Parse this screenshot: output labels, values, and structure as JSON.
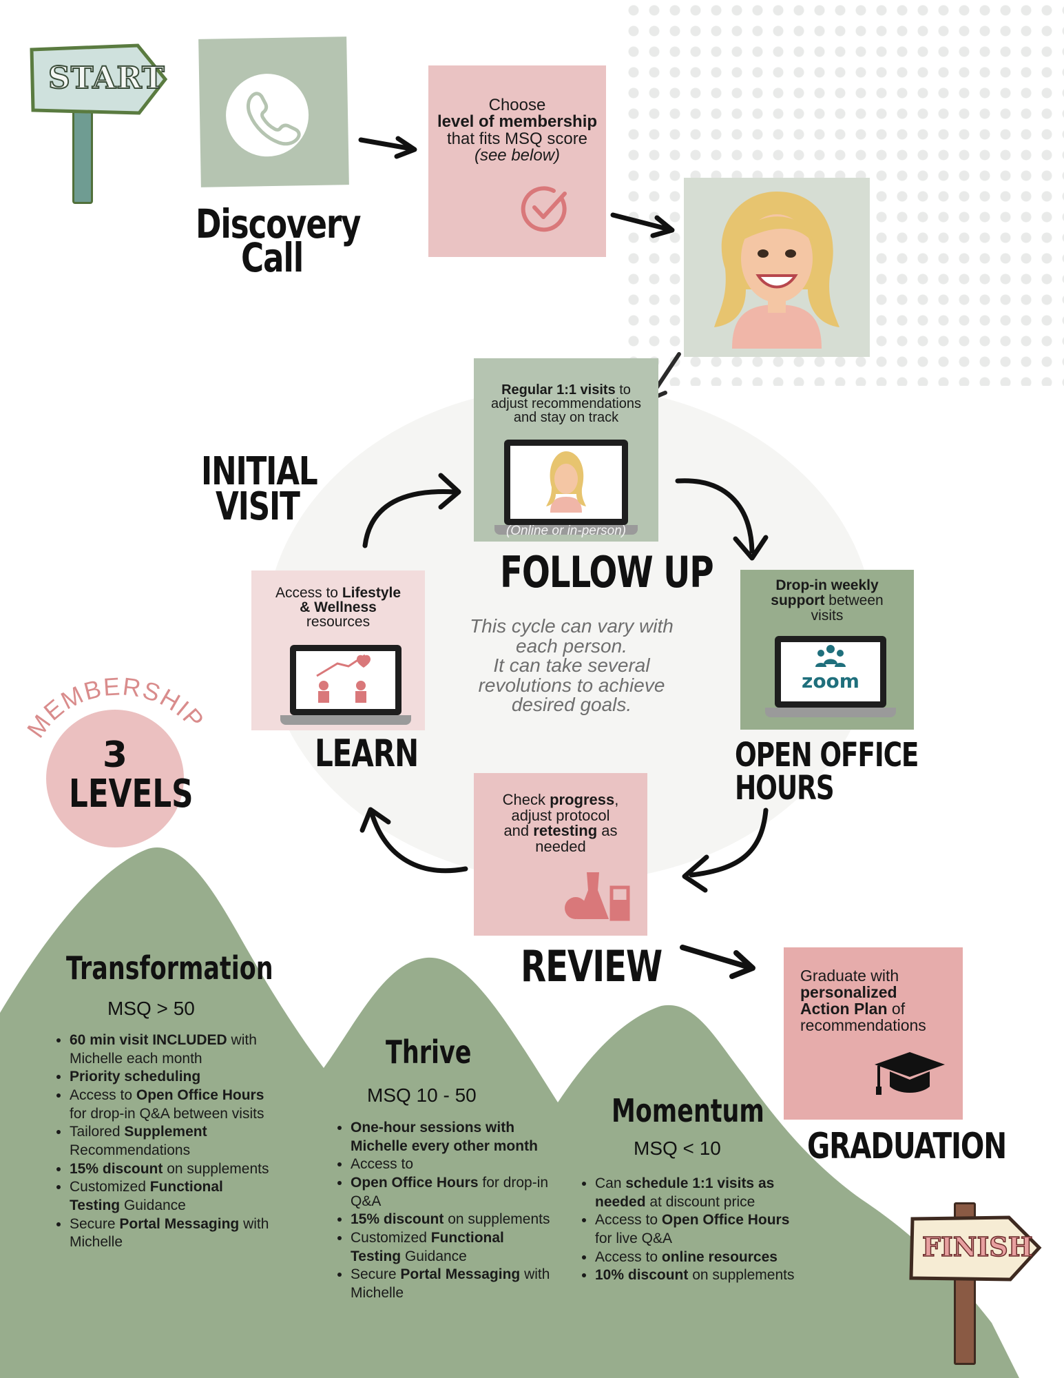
{
  "start_sign": "START",
  "finish_sign": "FINISH",
  "discovery": {
    "title_line1": "Discovery",
    "title_line2": "Call",
    "icon": "phone-icon"
  },
  "choose": {
    "line1": "Choose",
    "line2": "level of membership",
    "line3": "that fits MSQ score",
    "line4": "(see below)",
    "icon": "checkmark-circle-icon"
  },
  "initial_visit": {
    "line1": "INITIAL",
    "line2": "VISIT"
  },
  "follow_up": {
    "title": "FOLLOW UP",
    "bold": "Regular 1:1 visits",
    "rest1": " to",
    "line2": "adjust recommendations",
    "line3": "and stay on track",
    "caption": "(Online or in-person)"
  },
  "office_hours": {
    "title": "OPEN OFFICE HOURS",
    "bold1": "Drop-in weekly",
    "bold2": "support",
    "rest2": " between",
    "line3": "visits",
    "zoom": "zoom"
  },
  "learn": {
    "title": "LEARN",
    "pre1": "Access to ",
    "bold1": "Lifestyle",
    "bold2": "& Wellness",
    "line3": "resources"
  },
  "review": {
    "title": "REVIEW",
    "pre1": "Check ",
    "bold1": "progress",
    "post1": ",",
    "line2": "adjust protocol",
    "pre3": "and ",
    "bold3": "retesting",
    "post3": " as",
    "line4": "needed"
  },
  "center_note": {
    "line1": "This cycle can vary with",
    "line2": "each person.",
    "line3": "It can take several",
    "line4": "revolutions to achieve",
    "line5": "desired goals."
  },
  "graduation": {
    "title": "GRADUATION",
    "line1": "Graduate with",
    "bold2": "personalized",
    "bold3": "Action Plan",
    "rest3": " of",
    "line4": "recommendations"
  },
  "membership": {
    "arc": "MEMBERSHIP",
    "number": "3",
    "word": "LEVELS"
  },
  "levels": {
    "transformation": {
      "name": "Transformation",
      "msq": "MSQ > 50",
      "items": [
        {
          "b": "60 min visit INCLUDED",
          "t": " with Michelle each month"
        },
        {
          "b": "Priority scheduling",
          "t": ""
        },
        {
          "p": "Access to ",
          "b": "Open Office Hours",
          "t": " for drop-in Q&A between visits"
        },
        {
          "p": "Tailored ",
          "b": "Supplement",
          "t": " Recommendations"
        },
        {
          "b": "15% discount",
          "t": " on supplements"
        },
        {
          "p": "Customized ",
          "b": "Functional Testing",
          "t": " Guidance"
        },
        {
          "p": "Secure ",
          "b": "Portal Messaging",
          "t": " with Michelle"
        }
      ]
    },
    "thrive": {
      "name": "Thrive",
      "msq": "MSQ 10 - 50",
      "items": [
        {
          "b": "One-hour sessions with Michelle every other month",
          "t": ""
        },
        {
          "p": "Access to",
          "b": "",
          "t": ""
        },
        {
          "b": "Open Office Hours",
          "t": " for drop-in Q&A"
        },
        {
          "b": "15% discount",
          "t": "  on supplements"
        },
        {
          "p": "Customized ",
          "b": "Functional Testing",
          "t": " Guidance"
        },
        {
          "p": "Secure ",
          "b": "Portal Messaging",
          "t": " with Michelle"
        }
      ]
    },
    "momentum": {
      "name": "Momentum",
      "msq": "MSQ < 10",
      "items": [
        {
          "p": "Can ",
          "b": "schedule 1:1 visits as needed",
          "t": " at discount price"
        },
        {
          "p": "Access to ",
          "b": "Open Office Hours",
          "t": " for live Q&A"
        },
        {
          "p": "Access to ",
          "b": "online resources",
          "t": ""
        },
        {
          "b": "10% discount",
          "t": " on supplements"
        }
      ]
    }
  },
  "colors": {
    "sage": "#b5c4b1",
    "mountain": "#98ad8d",
    "pink": "#eac3c3",
    "rose": "#e6acab"
  }
}
